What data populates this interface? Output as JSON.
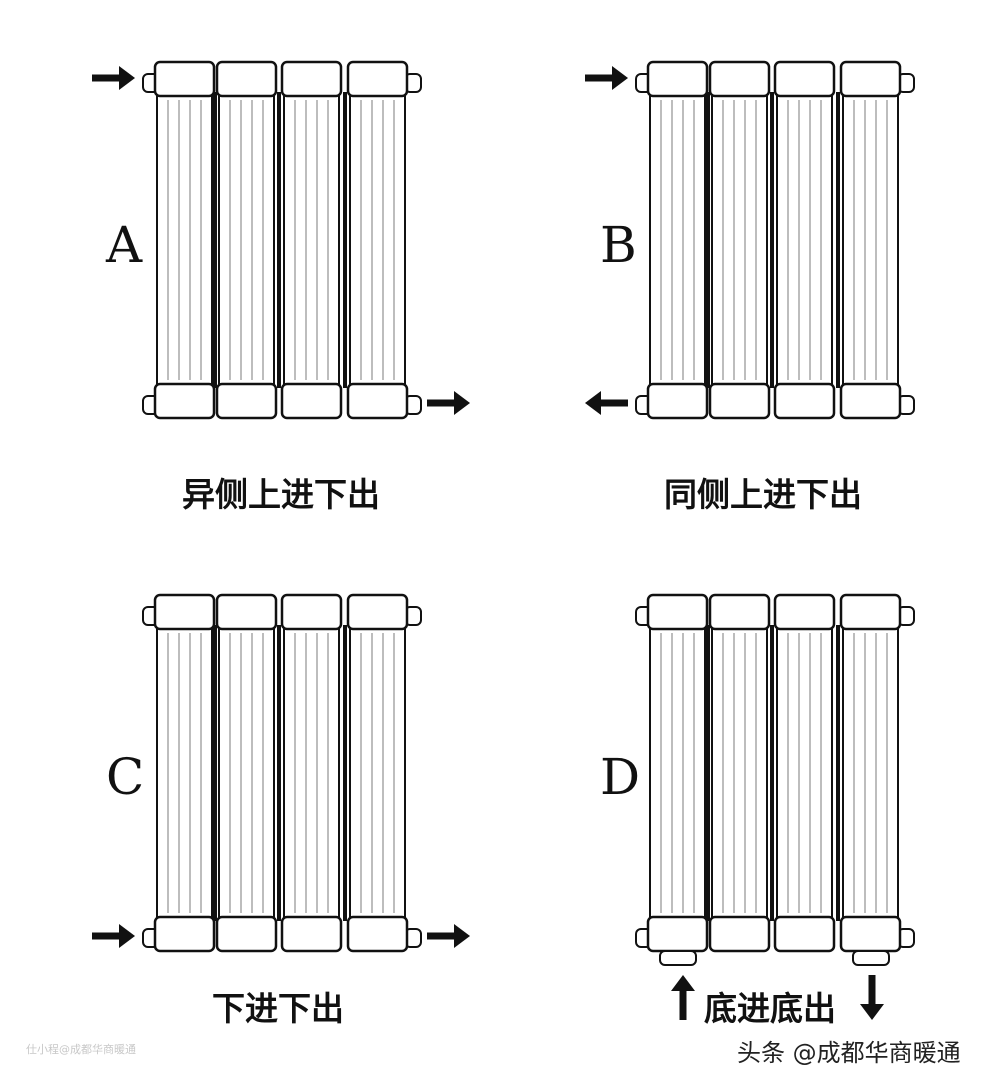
{
  "panels": [
    {
      "letter": "A",
      "caption": "异侧上进下出"
    },
    {
      "letter": "B",
      "caption": "同侧上进下出"
    },
    {
      "letter": "C",
      "caption": "下进下出"
    },
    {
      "letter": "D",
      "caption": "底进底出"
    }
  ],
  "watermark_left": "仕小程@成都华商暖通",
  "watermark_right": "头条 @成都华商暖通",
  "colors": {
    "line": "#111111",
    "fill": "#ffffff",
    "inner": "#bdbdbd"
  }
}
